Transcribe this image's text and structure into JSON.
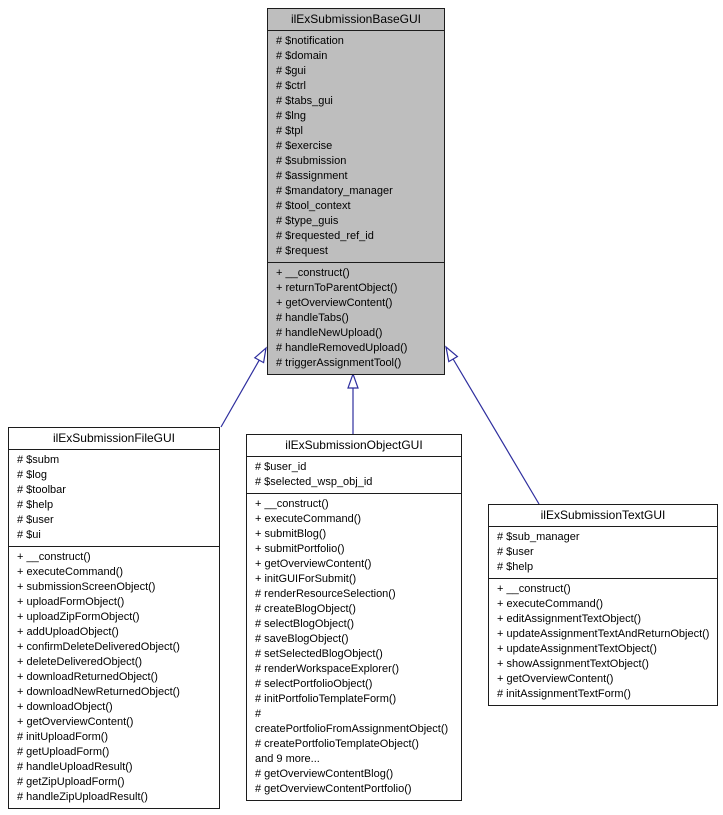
{
  "diagram": {
    "type": "uml-class-inheritance",
    "colors": {
      "focal_class_fill": "#bebebe",
      "derived_class_fill": "#ffffff",
      "box_border": "#1c1c1c",
      "arrow": "#2e2e9e",
      "text": "#000000",
      "background": "#ffffff"
    },
    "classes": [
      {
        "name": "ilExSubmissionBaseGUI",
        "role": "base",
        "attributes": [
          "# $notification",
          "# $domain",
          "# $gui",
          "# $ctrl",
          "# $tabs_gui",
          "# $lng",
          "# $tpl",
          "# $exercise",
          "# $submission",
          "# $assignment",
          "# $mandatory_manager",
          "# $tool_context",
          "# $type_guis",
          "# $requested_ref_id",
          "# $request"
        ],
        "methods": [
          "+ __construct()",
          "+ returnToParentObject()",
          "+ getOverviewContent()",
          "# handleTabs()",
          "# handleNewUpload()",
          "# handleRemovedUpload()",
          "# triggerAssignmentTool()"
        ]
      },
      {
        "name": "ilExSubmissionFileGUI",
        "role": "derived",
        "attributes": [
          "# $subm",
          "# $log",
          "# $toolbar",
          "# $help",
          "# $user",
          "# $ui"
        ],
        "methods": [
          "+ __construct()",
          "+ executeCommand()",
          "+ submissionScreenObject()",
          "+ uploadFormObject()",
          "+ uploadZipFormObject()",
          "+ addUploadObject()",
          "+ confirmDeleteDeliveredObject()",
          "+ deleteDeliveredObject()",
          "+ downloadReturnedObject()",
          "+ downloadNewReturnedObject()",
          "+ downloadObject()",
          "+ getOverviewContent()",
          "# initUploadForm()",
          "# getUploadForm()",
          "# handleUploadResult()",
          "# getZipUploadForm()",
          "# handleZipUploadResult()"
        ]
      },
      {
        "name": "ilExSubmissionObjectGUI",
        "role": "derived",
        "attributes": [
          "# $user_id",
          "# $selected_wsp_obj_id"
        ],
        "methods": [
          "+ __construct()",
          "+ executeCommand()",
          "+ submitBlog()",
          "+ submitPortfolio()",
          "+ getOverviewContent()",
          "+ initGUIForSubmit()",
          "# renderResourceSelection()",
          "# createBlogObject()",
          "# selectBlogObject()",
          "# saveBlogObject()",
          "# setSelectedBlogObject()",
          "# renderWorkspaceExplorer()",
          "# selectPortfolioObject()",
          "# initPortfolioTemplateForm()",
          "# createPortfolioFromAssignmentObject()",
          "# createPortfolioTemplateObject()",
          "and 9 more...",
          "# getOverviewContentBlog()",
          "# getOverviewContentPortfolio()"
        ]
      },
      {
        "name": "ilExSubmissionTextGUI",
        "role": "derived",
        "attributes": [
          "# $sub_manager",
          "# $user",
          "# $help"
        ],
        "methods": [
          "+ __construct()",
          "+ executeCommand()",
          "+ editAssignmentTextObject()",
          "+ updateAssignmentTextAndReturnObject()",
          "+ updateAssignmentTextObject()",
          "+ showAssignmentTextObject()",
          "+ getOverviewContent()",
          "# initAssignmentTextForm()"
        ]
      }
    ],
    "relations": [
      {
        "type": "inheritance",
        "from": "ilExSubmissionFileGUI",
        "to": "ilExSubmissionBaseGUI"
      },
      {
        "type": "inheritance",
        "from": "ilExSubmissionObjectGUI",
        "to": "ilExSubmissionBaseGUI"
      },
      {
        "type": "inheritance",
        "from": "ilExSubmissionTextGUI",
        "to": "ilExSubmissionBaseGUI"
      }
    ]
  }
}
